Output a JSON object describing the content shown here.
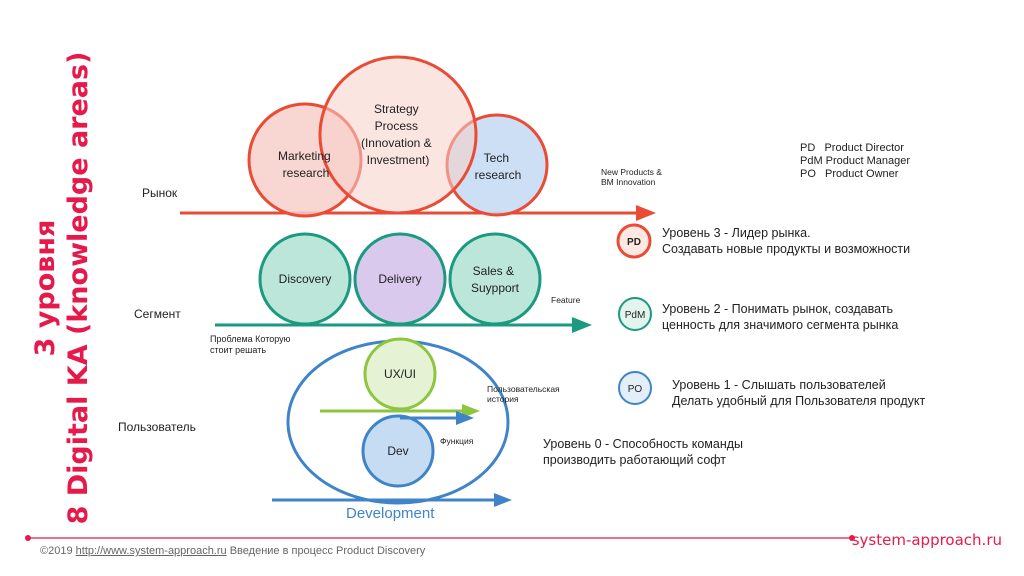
{
  "title": {
    "line1": "3 уровня",
    "line2": "8 Digital KA (knowledge areas)"
  },
  "rows": {
    "market": "Рынок",
    "segment": "Сегмент",
    "user": "Пользователь"
  },
  "circles": {
    "marketing": [
      "Marketing",
      "research"
    ],
    "strategy": [
      "Strategy",
      "Process",
      "(Innovation &",
      "Investment)"
    ],
    "tech": [
      "Tech",
      "research"
    ],
    "discovery": [
      "Discovery"
    ],
    "delivery": [
      "Delivery"
    ],
    "sales": [
      "Sales &",
      "Suypport"
    ],
    "uxui": [
      "UX/UI"
    ],
    "dev": [
      "Dev"
    ]
  },
  "arrow_labels": {
    "new_products": [
      "New Products &",
      "BM Innovation"
    ],
    "feature": "Feature",
    "problem": [
      "Проблема Которую",
      "стоит решать"
    ],
    "user_story": [
      "Пользовательская",
      "история"
    ],
    "function": "Функция",
    "development": "Development"
  },
  "legend": [
    "PD   Product Director",
    "PdM Product Manager",
    "PO   Product Owner"
  ],
  "levels": [
    {
      "badge": "PD",
      "lines": [
        "Уровень 3 - Лидер рынка.",
        "Создавать новые продукты и возможности"
      ]
    },
    {
      "badge": "PdM",
      "lines": [
        "Уровень 2 - Понимать рынок, создавать",
        "ценность для значимого сегмента рынка"
      ]
    },
    {
      "badge": "PO",
      "lines": [
        "Уровень 1 - Слышать пользователей",
        "Делать удобный для Пользователя продукт"
      ]
    },
    {
      "badge": "",
      "lines": [
        "Уровень 0 - Способность команды",
        "производить работающий софт"
      ]
    }
  ],
  "footer": {
    "copyright": "©2019",
    "url": "http://www.system-approach.ru",
    "text": "Введение в процесс Product Discovery",
    "brand": "system-approach.ru"
  },
  "colors": {
    "red": "#e94b35",
    "red_fill": "#f7cfc9",
    "teal": "#1a9a7f",
    "teal_fill": "#bde6da",
    "purple_fill": "#d9c9ec",
    "green": "#8cc63f",
    "green_fill": "#e5f2d4",
    "blue": "#3f84c8",
    "blue_fill": "#c6dcf3",
    "brand": "#e6194b"
  }
}
